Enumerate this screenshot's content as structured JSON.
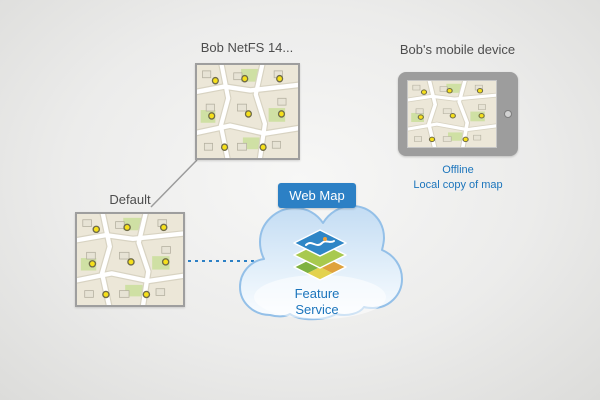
{
  "diagram": {
    "netfs": {
      "label": "Bob NetFS 14..."
    },
    "mobile": {
      "label": "Bob's mobile device",
      "offline": "Offline",
      "local_copy": "Local copy of map"
    },
    "default_version": {
      "label": "Default"
    },
    "web_map": {
      "label": "Web Map"
    },
    "feature_service": {
      "label": "Feature Service"
    }
  },
  "icons": {
    "map_thumbnail": "map-thumbnail",
    "tablet_device": "tablet-device-icon",
    "cloud": "cloud-icon",
    "gis_layers": "gis-layers-icon",
    "camera_dot": "tablet-camera-dot"
  },
  "colors": {
    "blue_text": "#1c75bc",
    "button_blue": "#2c80c5",
    "label_gray": "#4d4d4d",
    "cloud_stroke": "#94c0e8",
    "cloud_fill": "#c6ddf3",
    "map_bg": "#ece7d8",
    "map_marker_yellow": "#f6e01a",
    "park_green": "#cfe0a4",
    "connector_gray": "#9b9b9b",
    "connector_blue": "#2c80c5"
  }
}
